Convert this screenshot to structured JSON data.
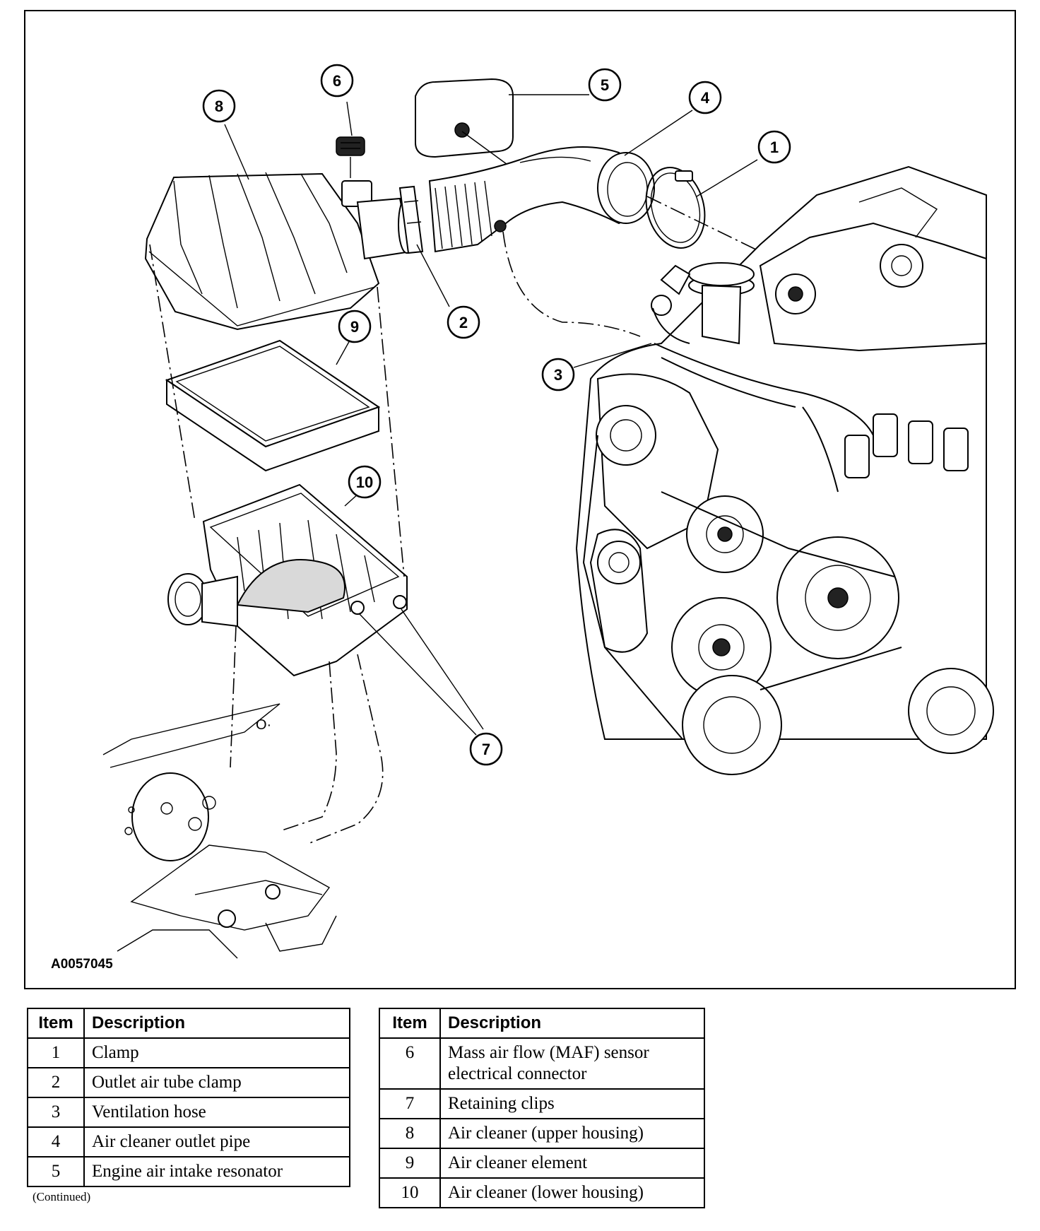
{
  "figure": {
    "id": "A0057045",
    "callouts": [
      "1",
      "2",
      "3",
      "4",
      "5",
      "6",
      "7",
      "8",
      "9",
      "10"
    ]
  },
  "legend_left": {
    "headers": [
      "Item",
      "Description"
    ],
    "rows": [
      [
        "1",
        "Clamp"
      ],
      [
        "2",
        "Outlet air tube clamp"
      ],
      [
        "3",
        "Ventilation hose"
      ],
      [
        "4",
        "Air cleaner outlet pipe"
      ],
      [
        "5",
        "Engine air intake resonator"
      ]
    ]
  },
  "legend_right": {
    "headers": [
      "Item",
      "Description"
    ],
    "rows": [
      [
        "6",
        "Mass air flow (MAF) sensor electrical connector"
      ],
      [
        "7",
        "Retaining clips"
      ],
      [
        "8",
        "Air cleaner (upper housing)"
      ],
      [
        "9",
        "Air cleaner element"
      ],
      [
        "10",
        "Air cleaner (lower housing)"
      ]
    ]
  },
  "footer_note": "(Continued)"
}
